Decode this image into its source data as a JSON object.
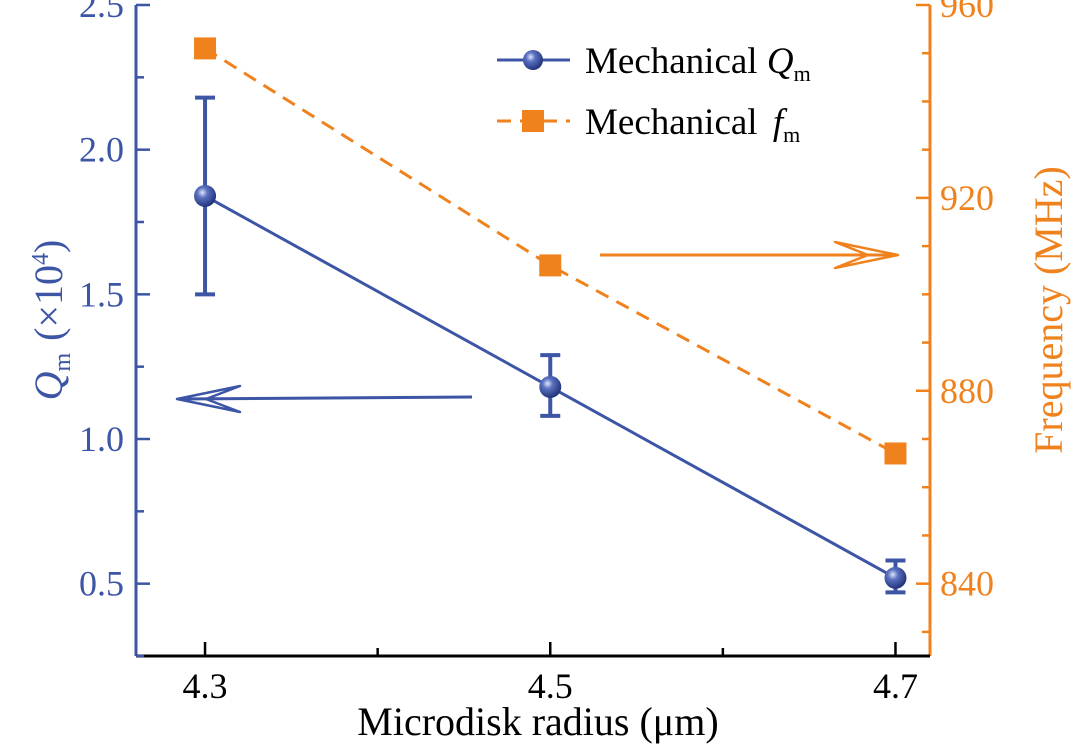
{
  "colors": {
    "q_series": "#3C55A5",
    "f_series": "#F0821E",
    "axis_black": "#000000"
  },
  "chart_data": {
    "type": "line",
    "xlabel": "Microdisk radius (μm)",
    "ylabel_left": {
      "symbol": "Q",
      "subscript": "m",
      "suffix": "(×10",
      "superscript": "4",
      "close": ")"
    },
    "ylabel_right": "Frequency (MHz)",
    "x": [
      4.3,
      4.5,
      4.7
    ],
    "x_ticks": [
      "4.3",
      "4.5",
      "4.7"
    ],
    "xlim": [
      4.26,
      4.72
    ],
    "ylim_left": [
      0.25,
      2.5
    ],
    "ylim_right": [
      825,
      960
    ],
    "y_ticks_left": [
      "0.5",
      "1.0",
      "1.5",
      "2.0",
      "2.5"
    ],
    "y_ticks_right": [
      "840",
      "880",
      "920",
      "960"
    ],
    "series": [
      {
        "name": "Mechanical Q_m",
        "axis": "left",
        "style": "solid-circle",
        "values": [
          1.84,
          1.18,
          0.52
        ],
        "errors": [
          [
            1.5,
            2.18
          ],
          [
            1.08,
            1.29
          ],
          [
            0.47,
            0.58
          ]
        ]
      },
      {
        "name": "Mechanical f_m",
        "axis": "right",
        "style": "dashed-square",
        "values": [
          951,
          906,
          867
        ]
      }
    ],
    "legend": {
      "position": "top-right",
      "entries": [
        {
          "text": "Mechanical ",
          "symbol": "Q",
          "subscript": "m"
        },
        {
          "text": "Mechanical ",
          "symbol": "f",
          "subscript": "m"
        }
      ]
    },
    "annotations": [
      {
        "type": "arrow",
        "direction": "left",
        "meaning": "Q_m points to left axis"
      },
      {
        "type": "arrow",
        "direction": "right",
        "meaning": "f_m points to right axis"
      }
    ]
  }
}
